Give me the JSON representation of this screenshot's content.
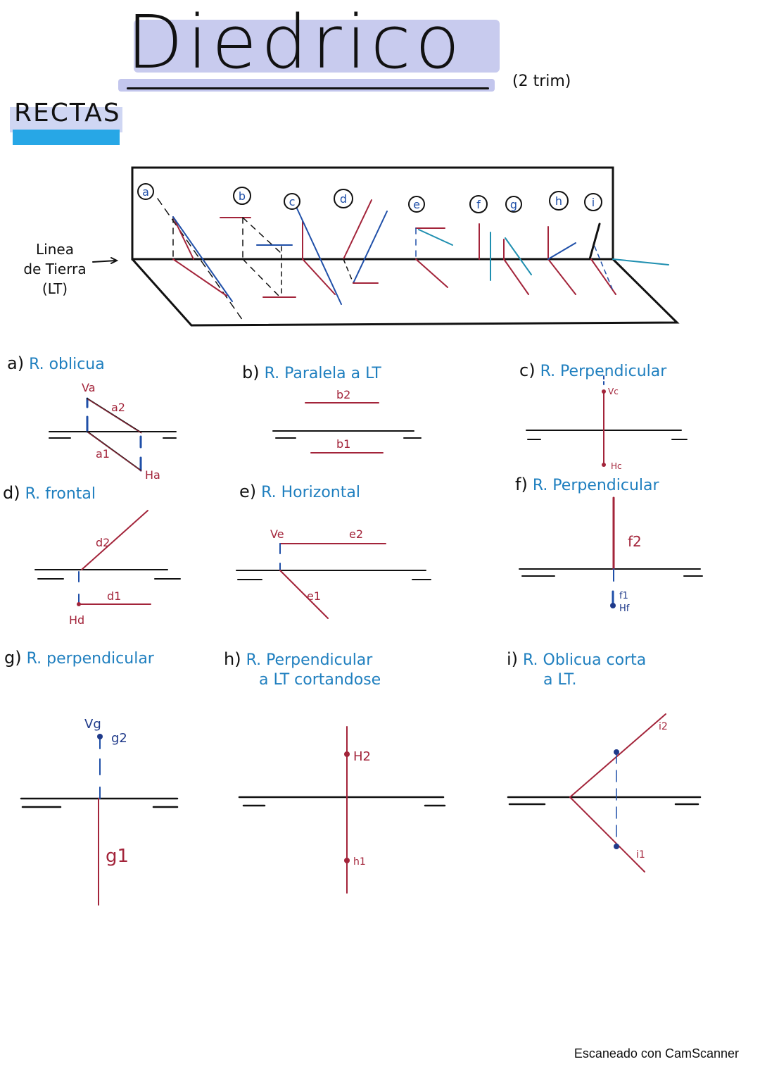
{
  "header": {
    "title": "Diedrico",
    "subtitle": "(2 trim)",
    "section": "RECTAS"
  },
  "overview_diagram": {
    "lt_label_lines": [
      "Linea",
      "de Tierra",
      "(LT)"
    ],
    "markers": [
      "a",
      "b",
      "c",
      "d",
      "e",
      "f",
      "g",
      "h",
      "i"
    ]
  },
  "figures": [
    {
      "letter": "a)",
      "name": "R. oblicua",
      "labels": [
        "Va",
        "a2",
        "a1",
        "Ha"
      ]
    },
    {
      "letter": "b)",
      "name": "R. Paralela a LT",
      "labels": [
        "b2",
        "b1"
      ]
    },
    {
      "letter": "c)",
      "name": "R. Perpendicular",
      "labels": [
        "Vc",
        "Hc"
      ]
    },
    {
      "letter": "d)",
      "name": "R. frontal",
      "labels": [
        "d2",
        "d1",
        "Hd"
      ]
    },
    {
      "letter": "e)",
      "name": "R. Horizontal",
      "labels": [
        "Ve",
        "e2",
        "e1"
      ]
    },
    {
      "letter": "f)",
      "name": "R. Perpendicular",
      "labels": [
        "f2",
        "f1",
        "Hf"
      ]
    },
    {
      "letter": "g)",
      "name": "R. perpendicular",
      "labels": [
        "Vg",
        "g2",
        "g1"
      ]
    },
    {
      "letter": "h)",
      "name": "R. Perpendicular a LT cortandose",
      "name_lines": [
        "R. Perpendicular",
        "a LT cortandose"
      ],
      "labels": [
        "H2",
        "h1"
      ]
    },
    {
      "letter": "i)",
      "name": "R. Oblicua corta a LT.",
      "name_lines": [
        "R. Oblicua corta",
        "a LT."
      ],
      "labels": [
        "i2",
        "i1"
      ]
    }
  ],
  "colors": {
    "ink": "#111111",
    "red": "#a3243a",
    "blue": "#1f4fa8",
    "cyan": "#1f7fbf",
    "highlight_purple": "#9aa0e0",
    "highlight_blue": "#27a7e6"
  },
  "footer": {
    "watermark": "Escaneado con CamScanner"
  }
}
